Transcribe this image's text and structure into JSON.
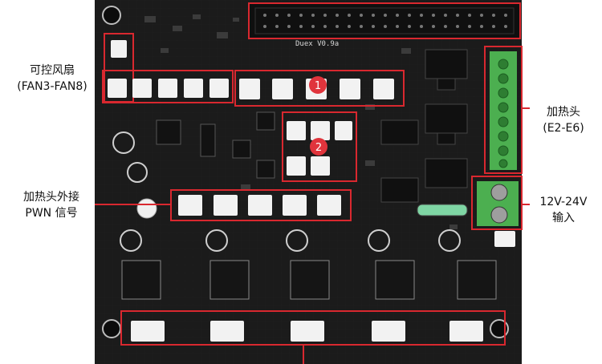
{
  "board": {
    "silkscreen_title": "Duex V0.9a"
  },
  "callouts": {
    "fan_control": {
      "line1": "可控风扇",
      "line2": "(FAN3-FAN8)"
    },
    "heater_outputs": {
      "line1": "加热头",
      "line2": "(E2-E6)"
    },
    "heater_pwm": {
      "line1": "加热头外接",
      "line2": "PWN 信号"
    },
    "power_input": {
      "line1": "12V-24V",
      "line2": "输入"
    },
    "marker_1": "1",
    "marker_2": "2"
  },
  "colors": {
    "pcb": "#1b1b1b",
    "highlight_box": "#d9282f",
    "marker_fill": "#e0343c",
    "terminal_green": "#4caf50",
    "connector_white": "#f2f2f2",
    "fuse_green": "#7fd6a4"
  }
}
